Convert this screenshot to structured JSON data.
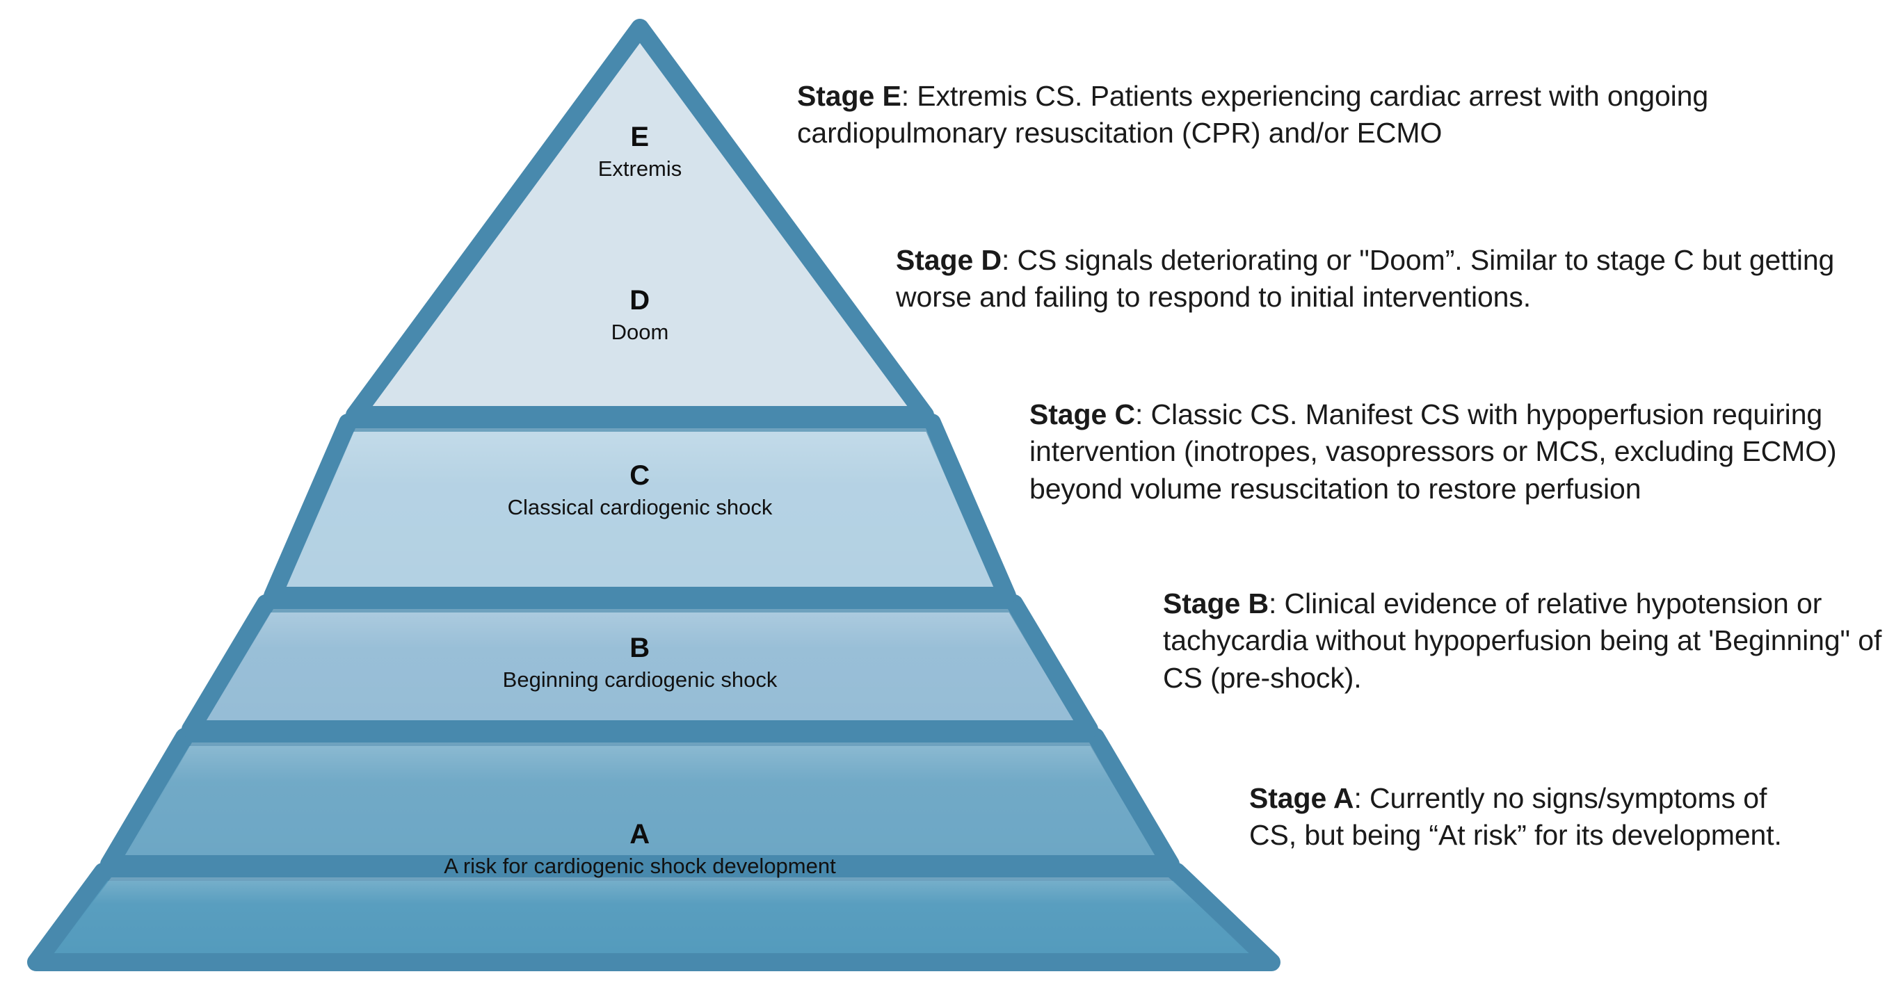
{
  "diagram": {
    "type": "pyramid",
    "title": "SCAI Cardiogenic Shock Classification Pyramid",
    "orientation": "apex-top",
    "tier_count": 5,
    "colors": {
      "stroke": "#4889ad",
      "tier_e_fill": "#d6e3ec",
      "tier_d_fill": "#b3d1e3",
      "tier_c_fill": "#96bdd6",
      "tier_b_fill": "#6da7c5",
      "tier_a_fill": "#549bbd",
      "background": "#ffffff",
      "text": "#1a1a1a"
    }
  },
  "tiers": [
    {
      "letter": "E",
      "name": "Extremis",
      "fill": "#d6e3ec"
    },
    {
      "letter": "D",
      "name": "Doom",
      "fill": "#b3d1e3"
    },
    {
      "letter": "C",
      "name": "Classical cardiogenic shock",
      "fill": "#96bdd6"
    },
    {
      "letter": "B",
      "name": "Beginning cardiogenic shock",
      "fill": "#6da7c5"
    },
    {
      "letter": "A",
      "name": "A risk for cardiogenic shock development",
      "fill": "#549bbd"
    }
  ],
  "descriptions": [
    {
      "stage_label": "Stage E",
      "separator": ": ",
      "text": "Extremis CS. Patients experiencing cardiac arrest with ongoing cardiopulmonary resuscitation (CPR) and/or ECMO"
    },
    {
      "stage_label": "Stage D",
      "separator": ": ",
      "text": "CS signals deteriorating or \"Doom”. Similar to stage C but getting worse and failing to respond to initial interventions."
    },
    {
      "stage_label": "Stage C",
      "separator": ": ",
      "text": "Classic CS. Manifest CS with hypoperfusion requiring intervention (inotropes, vasopressors or MCS, excluding ECMO) beyond volume resuscitation to restore perfusion"
    },
    {
      "stage_label": "Stage B",
      "separator": ": ",
      "text": "Clinical evidence of relative hypotension or tachycardia without hypoperfusion being at 'Beginning\" of CS (pre-shock)."
    },
    {
      "stage_label": "Stage A",
      "separator": ": ",
      "text": "Currently no signs/symptoms of CS, but being “At risk” for its development."
    }
  ]
}
